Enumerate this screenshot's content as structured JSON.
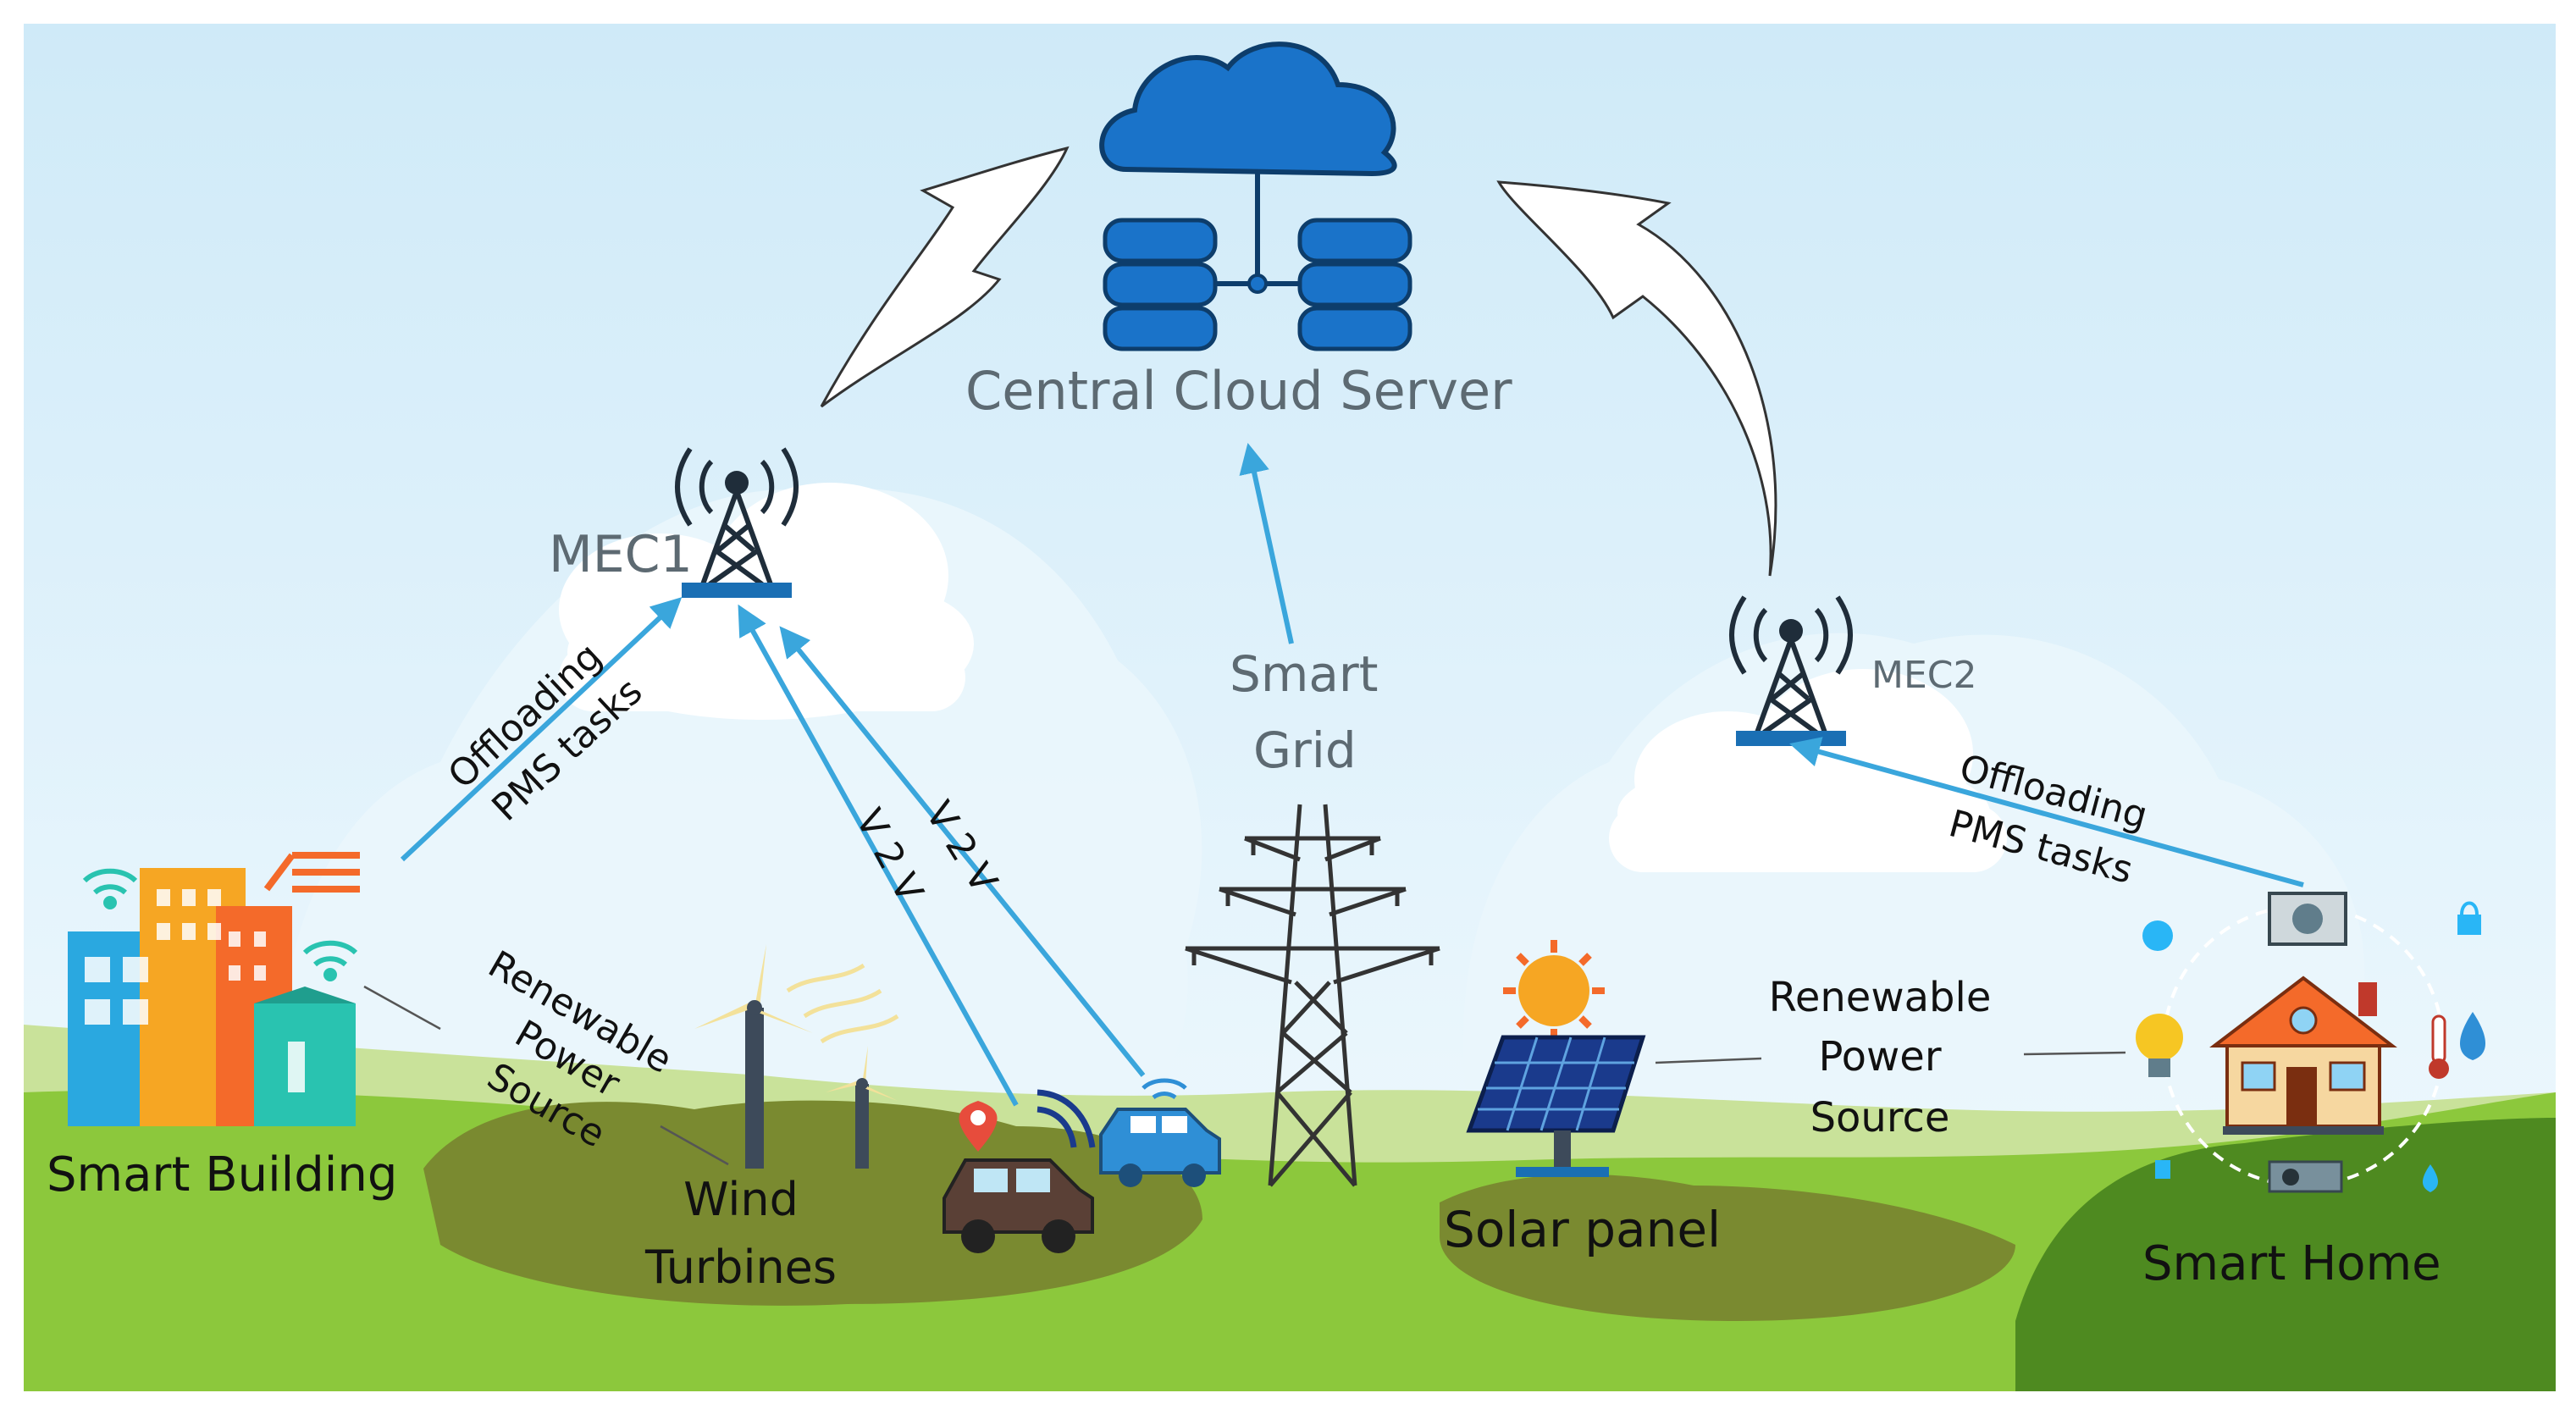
{
  "labels": {
    "cloud_server": "Central Cloud Server",
    "mec1": "MEC1",
    "mec2": "MEC2",
    "smart_grid_line1": "Smart",
    "smart_grid_line2": "Grid",
    "offloading_left_1": "Offloading",
    "offloading_left_2": "PMS tasks",
    "offloading_right_1": "Offloading",
    "offloading_right_2": "PMS tasks",
    "v2v_a": "V 2 V",
    "v2v_b": "V 2 V",
    "renewable_left_1": "Renewable",
    "renewable_left_2": "Power",
    "renewable_left_3": "Source",
    "renewable_right_1": "Renewable",
    "renewable_right_2": "Power",
    "renewable_right_3": "Source",
    "smart_building": "Smart Building",
    "wind_1": "Wind",
    "wind_2": "Turbines",
    "solar_panel": "Solar panel",
    "smart_home": "Smart Home"
  },
  "icons": [
    "cloud-icon",
    "database-icon",
    "cell-tower-icon",
    "transmission-tower-icon",
    "wind-turbine-icon",
    "car-icon",
    "solar-panel-icon",
    "sun-icon",
    "house-icon",
    "building-icon",
    "wifi-icon",
    "lightbulb-icon",
    "thermometer-icon",
    "water-drop-icon",
    "lock-icon",
    "air-conditioner-icon",
    "projector-icon",
    "location-pin-icon"
  ],
  "colors": {
    "sky": "#d8eef9",
    "cloud_blue": "#1a73c9",
    "arrow_blue": "#3aa6dc",
    "grass_light": "#8cc83c",
    "grass_dark": "#5e9a26",
    "hill_brown": "#6b7a2a"
  }
}
